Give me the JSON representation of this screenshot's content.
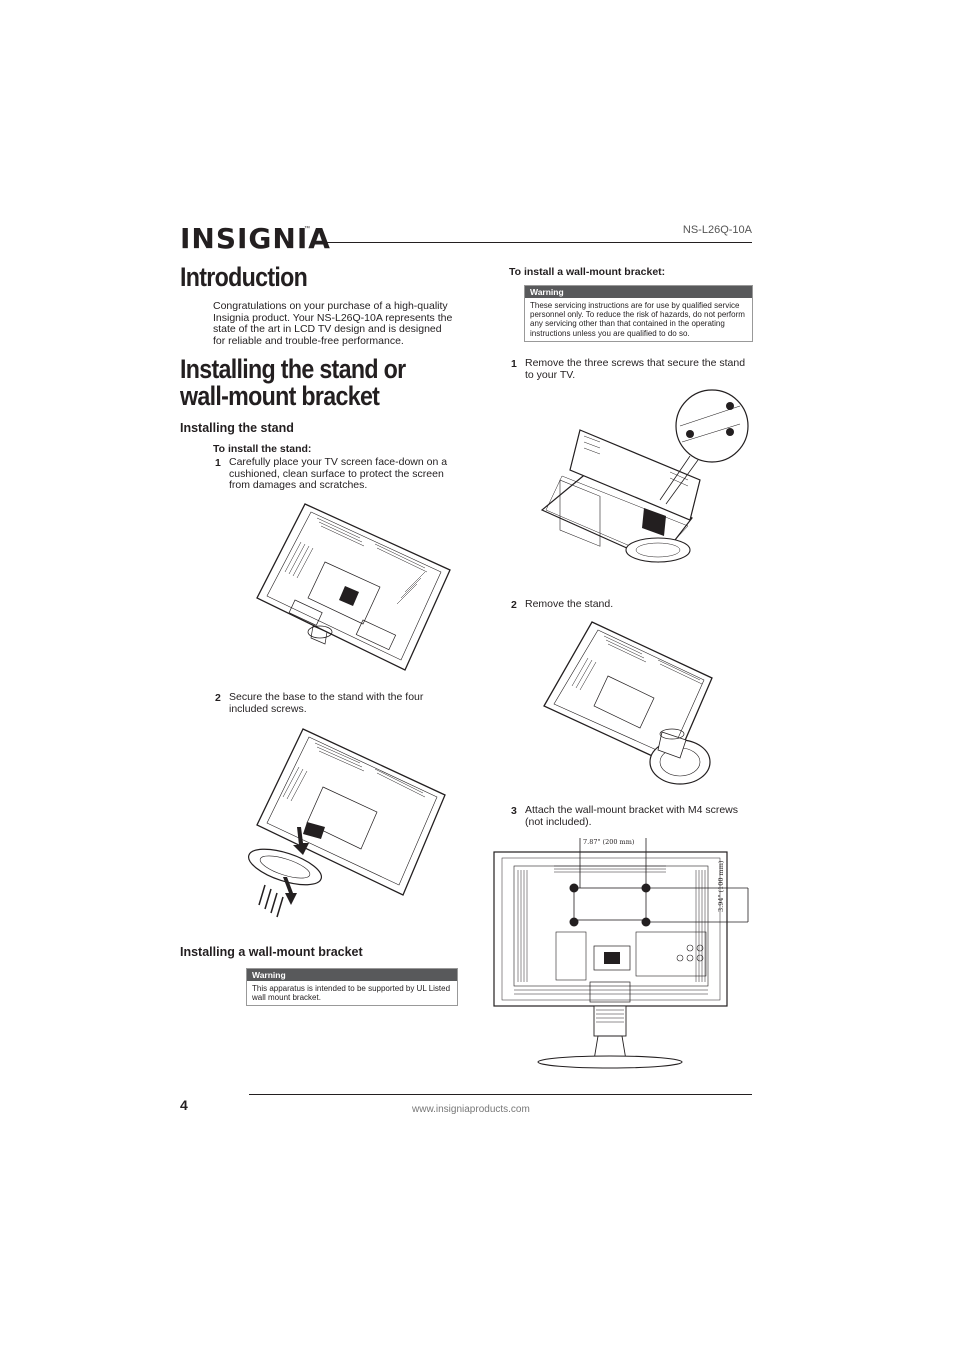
{
  "header": {
    "logo_text": "INSIGNIA",
    "logo_tm": "™",
    "model": "NS-L26Q-10A"
  },
  "intro": {
    "title": "Introduction",
    "text": "Congratulations on your purchase of a high-quality Insignia product. Your NS-L26Q-10A represents the state of the art in LCD TV design and is designed for reliable and trouble-free performance."
  },
  "installing": {
    "title_line1": "Installing the stand or",
    "title_line2": "wall-mount bracket",
    "stand": {
      "heading": "Installing the stand",
      "procedure": "To install the stand:",
      "steps": [
        {
          "num": "1",
          "text": "Carefully place your TV screen face-down on a cushioned, clean surface to protect the screen from damages and scratches."
        },
        {
          "num": "2",
          "text": "Secure the base to the stand with the four included screws."
        }
      ]
    },
    "wall": {
      "heading": "Installing a wall-mount bracket",
      "warning_label": "Warning",
      "warning_text": "This apparatus is intended to be supported by UL Listed wall mount bracket."
    }
  },
  "right": {
    "procedure": "To install a wall-mount bracket:",
    "warning_label": "Warning",
    "warning_text": "These servicing instructions are for use by qualified service personnel only. To reduce the risk of hazards, do not perform any servicing other than that contained in the operating instructions unless you are qualified to do so.",
    "steps": [
      {
        "num": "1",
        "text": "Remove the three screws that secure the stand to your TV."
      },
      {
        "num": "2",
        "text": "Remove the stand."
      },
      {
        "num": "3",
        "text": "Attach the wall-mount bracket with M4 screws (not included)."
      }
    ],
    "dim_horizontal": "7.87\" (200 mm)",
    "dim_vertical": "3.94\" (100 mm)"
  },
  "footer": {
    "page_number": "4",
    "url": "www.insigniaproducts.com"
  }
}
